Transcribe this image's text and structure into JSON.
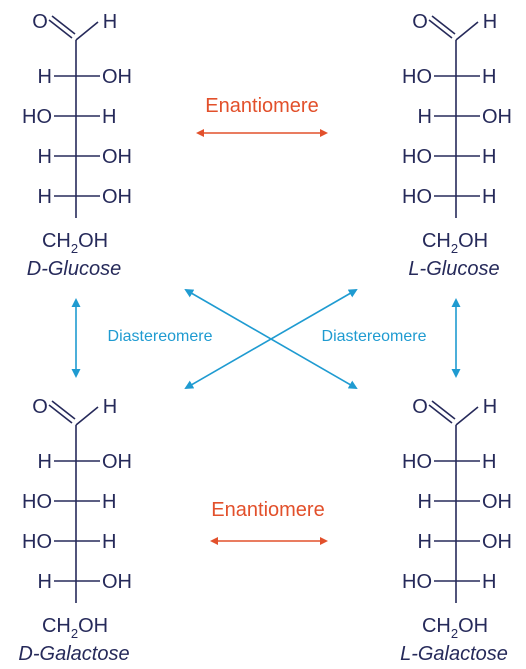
{
  "colors": {
    "structure": "#262a5a",
    "enantiomer": "#e2502b",
    "diastereomer": "#1f9bd1"
  },
  "labels": {
    "enantiomer": "Enantiomere",
    "diastereomer": "Diastereomere"
  },
  "aldehyde": {
    "o": "O",
    "h": "H"
  },
  "terminal": {
    "ch": "CH",
    "sub": "2",
    "oh": "OH"
  },
  "molecules": [
    {
      "id": "d-glucose",
      "name": "D-Glucose",
      "rows": [
        {
          "left": "H",
          "right": "OH"
        },
        {
          "left": "HO",
          "right": "H"
        },
        {
          "left": "H",
          "right": "OH"
        },
        {
          "left": "H",
          "right": "OH"
        }
      ]
    },
    {
      "id": "l-glucose",
      "name": "L-Glucose",
      "rows": [
        {
          "left": "HO",
          "right": "H"
        },
        {
          "left": "H",
          "right": "OH"
        },
        {
          "left": "HO",
          "right": "H"
        },
        {
          "left": "HO",
          "right": "H"
        }
      ]
    },
    {
      "id": "d-galactose",
      "name": "D-Galactose",
      "rows": [
        {
          "left": "H",
          "right": "OH"
        },
        {
          "left": "HO",
          "right": "H"
        },
        {
          "left": "HO",
          "right": "H"
        },
        {
          "left": "H",
          "right": "OH"
        }
      ]
    },
    {
      "id": "l-galactose",
      "name": "L-Galactose",
      "rows": [
        {
          "left": "HO",
          "right": "H"
        },
        {
          "left": "H",
          "right": "OH"
        },
        {
          "left": "H",
          "right": "OH"
        },
        {
          "left": "HO",
          "right": "H"
        }
      ]
    }
  ]
}
